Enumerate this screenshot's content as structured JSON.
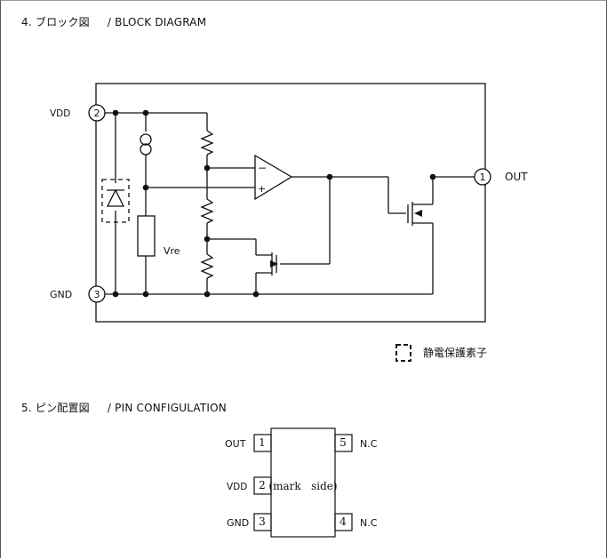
{
  "section4": {
    "number": "4.",
    "title_jp": "ブロック図",
    "title_en": "/ BLOCK DIAGRAM"
  },
  "block_diagram": {
    "pins": [
      {
        "number": "2",
        "label": "VDD"
      },
      {
        "number": "3",
        "label": "GND"
      },
      {
        "number": "1",
        "label": "OUT"
      }
    ],
    "vref_label": "Vre",
    "comparator_minus": "−",
    "comparator_plus": "+",
    "legend_label": "静電保護素子"
  },
  "section5": {
    "number": "5.",
    "title_jp": "ピン配置図",
    "title_en": "/ PIN CONFIGULATION"
  },
  "pin_config": {
    "left_pins": [
      {
        "label": "OUT",
        "number": "1"
      },
      {
        "label": "VDD",
        "number": "2"
      },
      {
        "label": "GND",
        "number": "3"
      }
    ],
    "right_pins": [
      {
        "number": "5",
        "label": "N.C"
      },
      {
        "number": "4",
        "label": "N.C"
      }
    ],
    "mark_text": "(mark   side)"
  }
}
